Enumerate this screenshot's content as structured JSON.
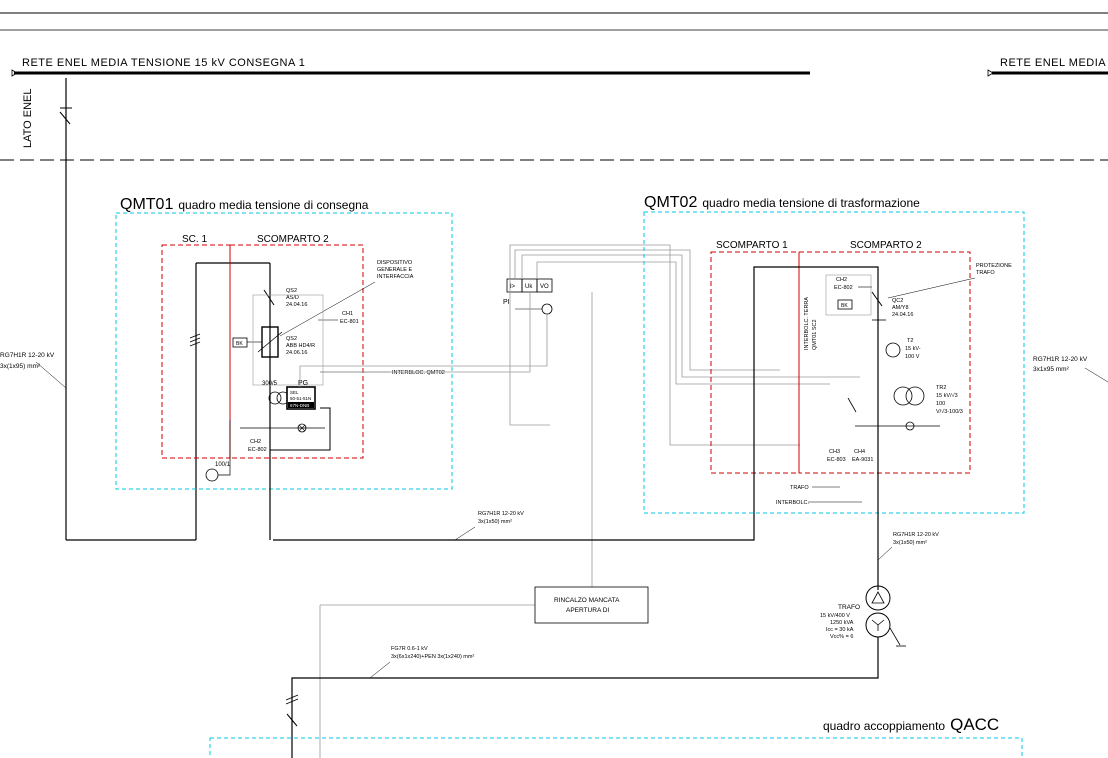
{
  "network": {
    "label_left": "RETE ENEL MEDIA TENSIONE 15 kV CONSEGNA 1",
    "label_right": "RETE ENEL MEDIA",
    "lato_enel": "LATO ENEL"
  },
  "qmt01": {
    "code": "QMT01",
    "desc": "quadro media tensione di consegna",
    "sc1": "SC. 1",
    "sc2": "SCOMPARTO 2",
    "dispositivo": [
      "DISPOSITIVO",
      "GENERALE E",
      "INTERFACCIA"
    ],
    "qs2": [
      "QS2",
      "AS/D",
      "24.04.16"
    ],
    "qs2b": [
      "QS2",
      "ABB HD4/R",
      "24.06.16"
    ],
    "ch1": [
      "CH1",
      "EC-801"
    ],
    "ch2": [
      "CH2",
      "EC-802"
    ],
    "ct_ratio": "300/5",
    "pg": "PG",
    "pg_box": [
      "SEL",
      "50-51-51N",
      "67N-DNB"
    ],
    "bk": "BK",
    "ratio_100": "100/1",
    "interblocco": "INTERBLOC. QMT02"
  },
  "relay": {
    "cells": [
      "I>",
      "Uk",
      "VO"
    ],
    "pi": "PI"
  },
  "qmt02": {
    "code": "QMT02",
    "desc": "quadro media tensione di trasformazione",
    "sc1": "SCOMPARTO 1",
    "sc2": "SCOMPARTO 2",
    "protezione": [
      "PROTEZIONE",
      "TRAFO"
    ],
    "ch2": [
      "CH2",
      "EC-802"
    ],
    "qc2": [
      "QC2",
      "AM/Y8",
      "24.04.16"
    ],
    "bk": "BK",
    "interbolc_vert": [
      "INTERBOLC. TERRA",
      "QMT01 SC2"
    ],
    "t2": [
      "T2",
      "15 kV-",
      "100 V"
    ],
    "tr2": [
      "TR2",
      "15 kV/√3",
      "100",
      "V/√3-100/3"
    ],
    "ch3": [
      "CH3",
      "EC-803"
    ],
    "ch4": [
      "CH4",
      "EA-9031"
    ],
    "trafo_label": "TRAFO",
    "interbolc_label": "INTERBOLC."
  },
  "cables": {
    "left": [
      "RG7H1R 12-20 kV",
      "3x(1x95) mm²"
    ],
    "right": [
      "RG7H1R 12-20 kV",
      "3x1x95 mm²"
    ],
    "mid": [
      "RG7H1R 12-20 kV",
      "3x(1x50) mm²"
    ],
    "trafo": [
      "RG7H1R 12-20 kV",
      "3x(1x50) mm²"
    ],
    "lv": [
      "FG7R 0.6-1 kV",
      "3x(6x1x240)+PEN 3x(1x240) mm²"
    ]
  },
  "rincalzo": [
    "RINCALZO MANCATA",
    "APERTURA DI"
  ],
  "trafo": [
    "TRAFO",
    "15 kV/400 V",
    "1250 kVA",
    "Icc = 30 kA",
    "Vcc% = 6"
  ],
  "qacc": {
    "desc": "quadro accoppiamento",
    "code": "QACC"
  },
  "colors": {
    "cyan": "#00c8e6",
    "red": "#d00000",
    "grey": "#9a9a9a",
    "line": "#000000"
  }
}
